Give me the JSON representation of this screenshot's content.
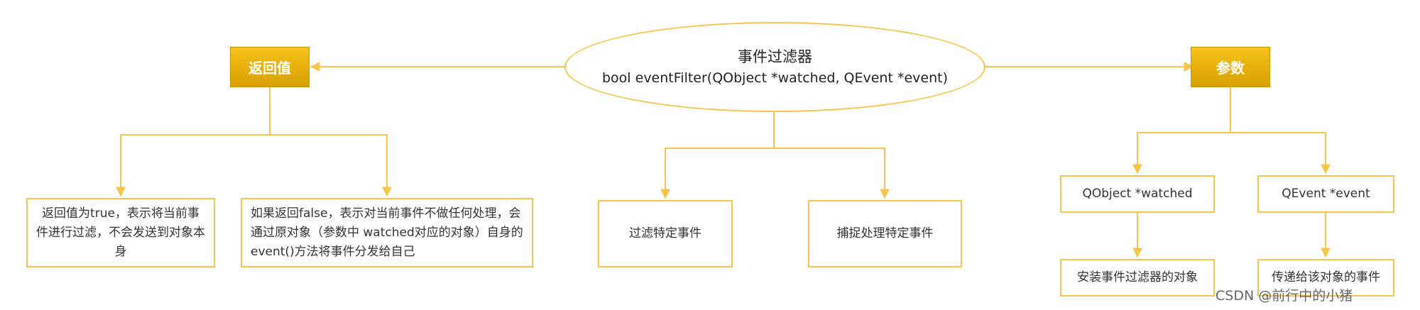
{
  "center": {
    "title": "事件过滤器",
    "signature": "bool eventFilter(QObject *watched, QEvent *event)"
  },
  "left": {
    "header": "返回值",
    "true_case": "返回值为true，表示将当前事件进行过滤，不会发送到对象本身",
    "false_case": "如果返回false，表示对当前事件不做任何处理，会通过原对象（参数中 watched对应的对象）自身的event()方法将事件分发给自己"
  },
  "middle": {
    "filter": "过滤特定事件",
    "capture": "捕捉处理特定事件"
  },
  "right": {
    "header": "参数",
    "watched": "QObject *watched",
    "watched_desc": "安装事件过滤器的对象",
    "event": "QEvent *event",
    "event_desc": "传递给该对象的事件"
  },
  "watermark": "CSDN @前行中的小猪",
  "colors": {
    "line": "#f7c44c",
    "header_fill": "#e8b100",
    "header_text": "#ffffff"
  }
}
